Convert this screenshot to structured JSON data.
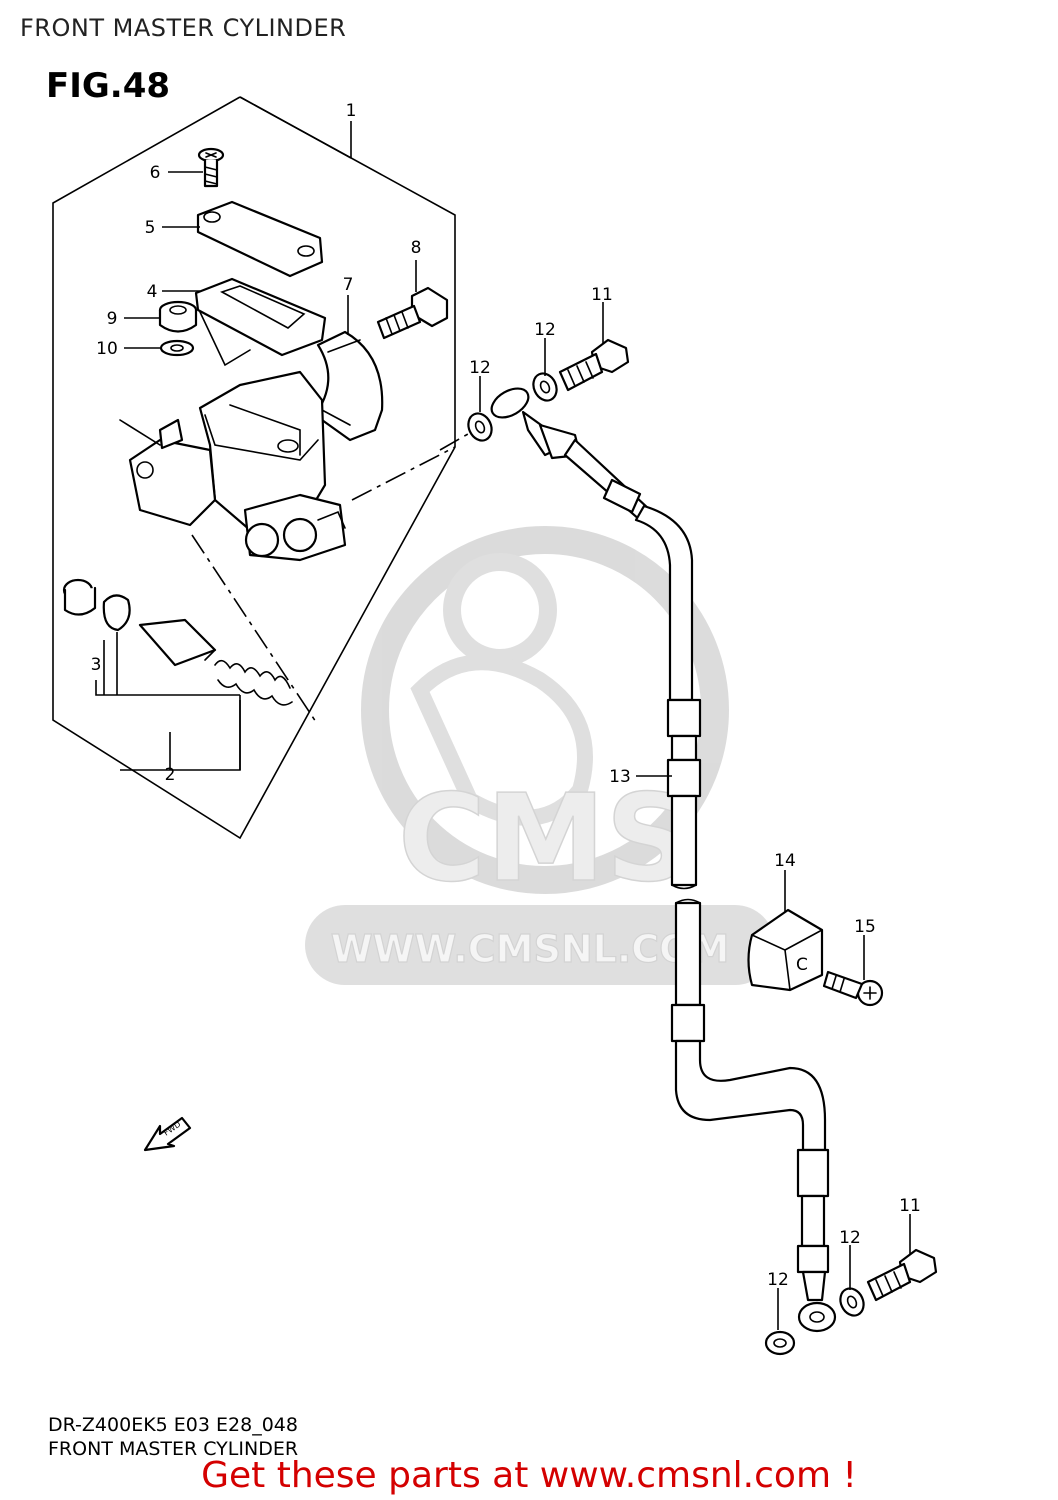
{
  "header": {
    "title": "FRONT MASTER CYLINDER"
  },
  "figure": {
    "label": "FIG.48"
  },
  "callouts": {
    "c1": "1",
    "c2": "2",
    "c3": "3",
    "c4": "4",
    "c5": "5",
    "c6": "6",
    "c7": "7",
    "c8": "8",
    "c9": "9",
    "c10": "10",
    "c11a": "11",
    "c11b": "11",
    "c12a": "12",
    "c12b": "12",
    "c12c": "12",
    "c12d": "12",
    "c13": "13",
    "c14": "14",
    "c15": "15"
  },
  "watermark": {
    "brand": "CMS",
    "url": "WWW.CMSNL.COM"
  },
  "fwd_marker": {
    "label": "FWD"
  },
  "clamp": {
    "letter": "C"
  },
  "footer": {
    "model": "DR-Z400EK5 E03 E28_048",
    "name": "FRONT MASTER CYLINDER",
    "cta": "Get these parts at www.cmsnl.com !"
  },
  "colors": {
    "cta": "#d40000",
    "line": "#000000",
    "watermark": "#dcdcdc"
  }
}
